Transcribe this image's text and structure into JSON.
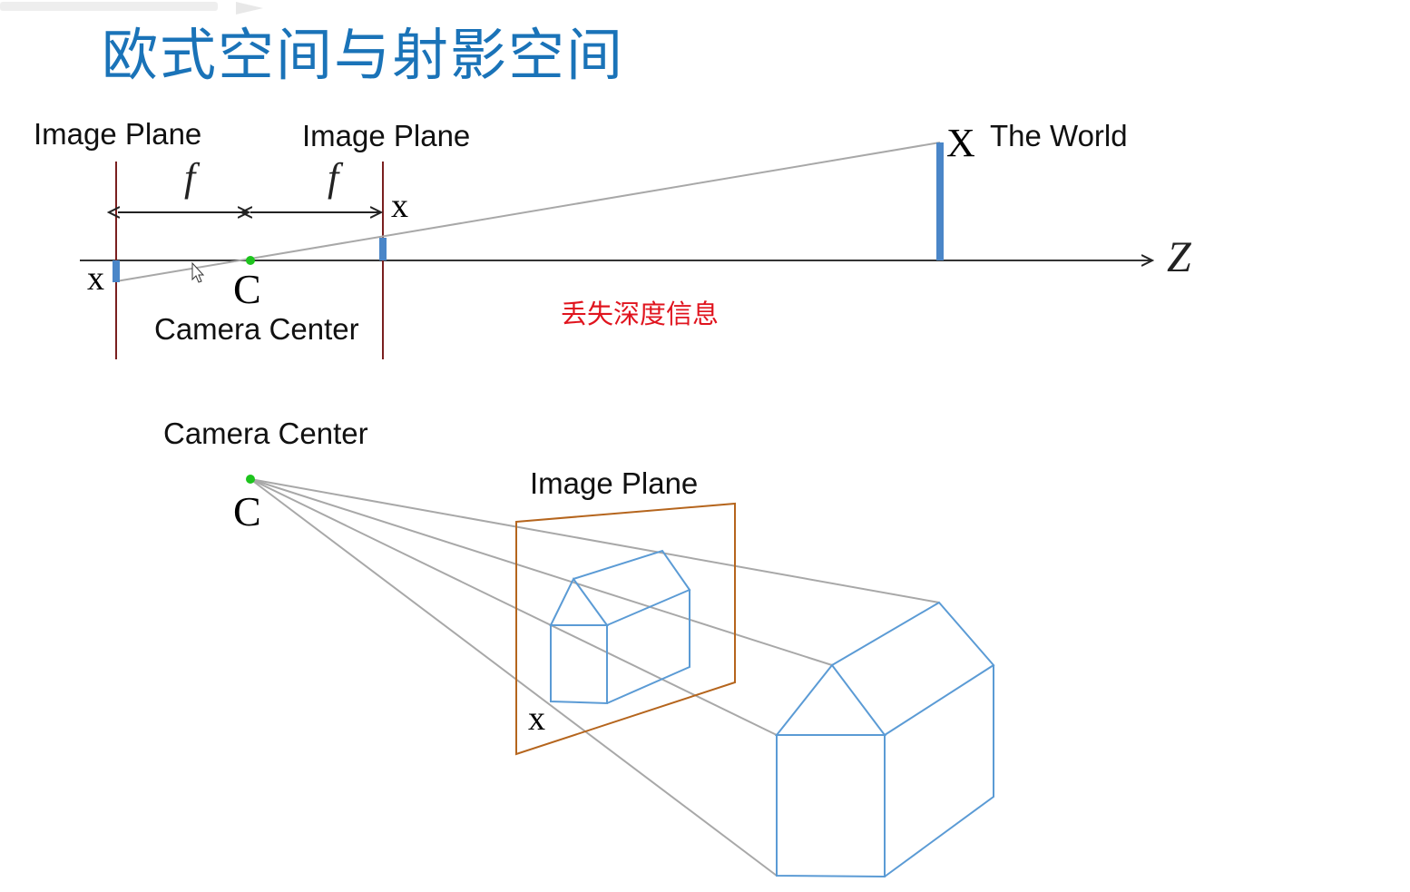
{
  "title": "欧式空间与射影空间",
  "top": {
    "image_plane_left": "Image Plane",
    "image_plane_right": "Image Plane",
    "world_label": "The World",
    "world_point": "X",
    "image_point_right": "x",
    "image_point_left": "x",
    "camera_symbol": "C",
    "camera_label": "Camera Center",
    "focal_left": "f",
    "focal_right": "f",
    "axis_label": "Z",
    "note": "丢失深度信息"
  },
  "bottom": {
    "camera_label": "Camera Center",
    "camera_symbol": "C",
    "image_plane": "Image Plane",
    "image_point": "x"
  },
  "colors": {
    "title": "#1a73b8",
    "bar": "#4a86c8",
    "plane_line": "#7a1f1f",
    "house": "#5b9bd5",
    "frame": "#b5651d",
    "camera_dot": "#1dc41d",
    "note": "#e0141e"
  }
}
